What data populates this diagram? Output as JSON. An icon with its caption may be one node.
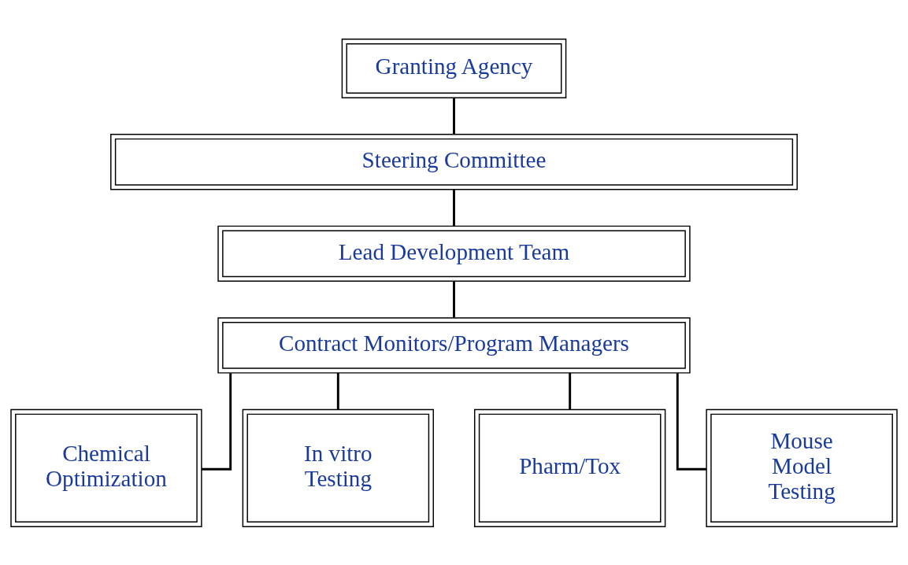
{
  "diagram": {
    "nodes": [
      {
        "text": [
          "Granting Agency"
        ]
      },
      {
        "text": [
          "Steering Committee"
        ]
      },
      {
        "text": [
          "Lead Development Team"
        ]
      },
      {
        "text": [
          "Contract Monitors/Program Managers"
        ]
      },
      {
        "text": [
          "Chemical Optimization"
        ]
      },
      {
        "text": [
          "In vitro Testing"
        ]
      },
      {
        "text": [
          "Pharm/Tox"
        ]
      },
      {
        "text": [
          "Mouse Model Testing"
        ]
      }
    ],
    "edges": [
      {
        "from": 0,
        "to": 1,
        "arrow": "none"
      },
      {
        "from": 1,
        "to": 2,
        "arrow": "none"
      },
      {
        "from": 2,
        "to": 3,
        "arrow": "none"
      },
      {
        "from": 3,
        "to": 4,
        "arrow": "none"
      },
      {
        "from": 3,
        "to": 5,
        "arrow": "none"
      },
      {
        "from": 3,
        "to": 6,
        "arrow": "none"
      },
      {
        "from": 3,
        "to": 7,
        "arrow": "none"
      }
    ]
  }
}
